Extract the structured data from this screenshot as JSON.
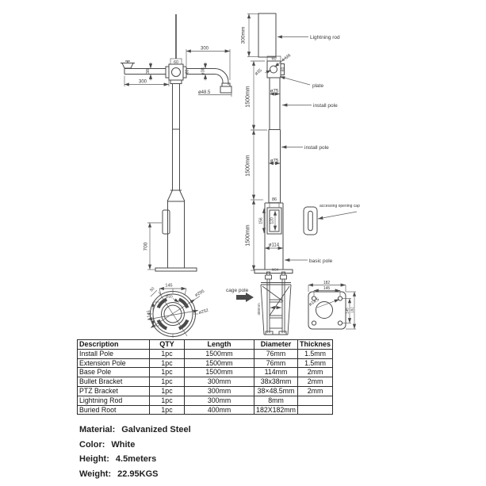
{
  "drawing": {
    "left_view": {
      "dim_arm_left_length": "300",
      "dim_arm_left_height": "38",
      "dim_plate_top": "60",
      "dim_plate_side": "60",
      "dim_arm_right_length": "300",
      "dim_arm_right_dia": "ø38",
      "dim_adapter_dia": "ø48.5",
      "dim_door_height": "700"
    },
    "right_view": {
      "dim_rod_length": "300mm",
      "label_lightning_rod": "Lightning rod",
      "dim_plate_top": "60",
      "dim_plate_bolts": "4-M6",
      "dim_plate_hole": "ø35",
      "dim_plate_side": "60",
      "label_plate": "plate",
      "dim_pole1_dia": "ø75",
      "dim_section1": "1500mm",
      "label_install_pole_1": "install pole",
      "label_install_pole_2": "install pole",
      "dim_pole2_dia": "ø75",
      "dim_section2": "1500mm",
      "dim_door_width": "86",
      "dim_door_height_outer": "156",
      "dim_door_height_inner": "120",
      "label_access_cap": "accessing opening cap",
      "dim_base_dia": "ø114",
      "label_basic_pole": "basic pole",
      "dim_section3": "1500mm"
    },
    "flange_view": {
      "dim_top": "145",
      "dim_slot": "50",
      "dim_left": "145",
      "dim_hole": "Ø20",
      "dim_outer_dia": "ø295",
      "dim_bolt_circle": "ø252"
    },
    "cage_view": {
      "label": "cage pole",
      "dim_bolt": "M24",
      "dim_length": "400mm"
    },
    "plate_view": {
      "dim_outer_width": "182",
      "dim_hole_spacing": "145",
      "dim_hole_dia": "ø14.5",
      "dim_hole_spacing_v": "145",
      "dim_outer_height": "182"
    }
  },
  "table": {
    "headers": [
      "Description",
      "QTY",
      "Length",
      "Diameter",
      "Thicknes"
    ],
    "rows": [
      [
        "Install Pole",
        "1pc",
        "1500mm",
        "76mm",
        "1.5mm"
      ],
      [
        "Extension Pole",
        "1pc",
        "1500mm",
        "76mm",
        "1.5mm"
      ],
      [
        "Base Pole",
        "1pc",
        "1500mm",
        "114mm",
        "2mm"
      ],
      [
        "Bullet Bracket",
        "1pc",
        "300mm",
        "38x38mm",
        "2mm"
      ],
      [
        "PTZ Bracket",
        "1pc",
        "300mm",
        "38×48.5mm",
        "2mm"
      ],
      [
        "Lightning Rod",
        "1pc",
        "300mm",
        "8mm",
        ""
      ],
      [
        "Buried Root",
        "1pc",
        "400mm",
        "182X182mm",
        ""
      ]
    ]
  },
  "specs": [
    {
      "label": "Material:",
      "value": "Galvanized Steel"
    },
    {
      "label": "Color:",
      "value": "White"
    },
    {
      "label": "Height:",
      "value": "4.5meters"
    },
    {
      "label": "Weight:",
      "value": "22.95KGS"
    }
  ],
  "colors": {
    "line": "#4a4a4a",
    "text": "#383838",
    "table_border": "#2b2b2b"
  }
}
